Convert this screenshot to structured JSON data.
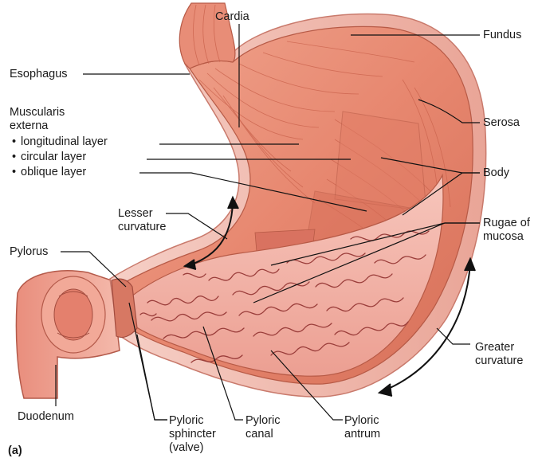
{
  "figure": {
    "panel_letter": "(a)"
  },
  "labels": {
    "cardia": "Cardia",
    "fundus": "Fundus",
    "esophagus": "Esophagus",
    "muscularis_title": [
      "Muscularis",
      "externa"
    ],
    "longitudinal": "longitudinal layer",
    "circular": "circular layer",
    "oblique": "oblique layer",
    "serosa": "Serosa",
    "body": "Body",
    "lesser_curvature": [
      "Lesser",
      "curvature"
    ],
    "rugae": [
      "Rugae of",
      "mucosa"
    ],
    "pylorus": "Pylorus",
    "greater_curvature": [
      "Greater",
      "curvature"
    ],
    "duodenum": "Duodenum",
    "pyloric_sphincter": [
      "Pyloric",
      "sphincter",
      "(valve)"
    ],
    "pyloric_canal": [
      "Pyloric",
      "canal"
    ],
    "pyloric_antrum": [
      "Pyloric",
      "antrum"
    ]
  },
  "colors": {
    "muscle": "#e9907a",
    "muscle_dark": "#c8624e",
    "serosa": "#f2c2b8",
    "mucosa": "#f4b8ad",
    "rugae_line": "#9a3d3a",
    "leader": "#111111"
  }
}
